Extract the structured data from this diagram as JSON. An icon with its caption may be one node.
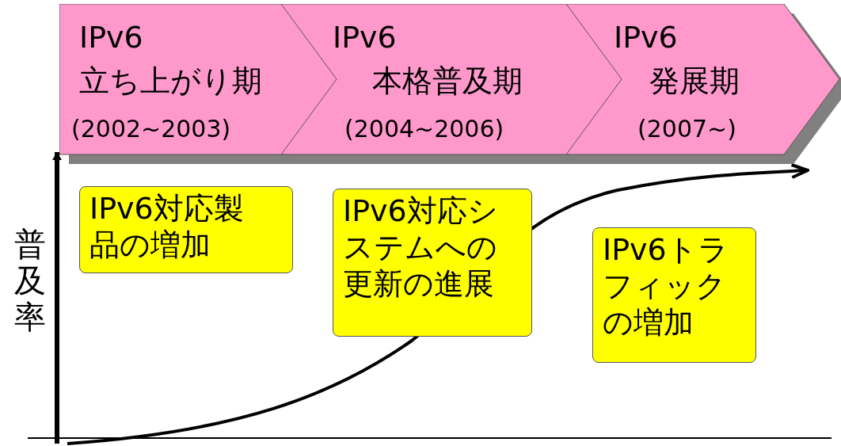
{
  "diagram": {
    "nodes": [
      {
        "text": [
          "IPv6 立ち上がり期",
          "(2002~2003)"
        ]
      },
      {
        "text": [
          "IPv6 本格普及期",
          "(2004~2006)"
        ]
      },
      {
        "text": [
          "IPv6 発展期",
          "(2007~)"
        ]
      },
      {
        "text": [
          "IPv6対応製品の増加"
        ]
      },
      {
        "text": [
          "IPv6対応システムへの更新の進展"
        ]
      },
      {
        "text": [
          "IPv6トラフィックの増加"
        ]
      }
    ],
    "edges": [],
    "labels": [
      "普及率"
    ]
  }
}
